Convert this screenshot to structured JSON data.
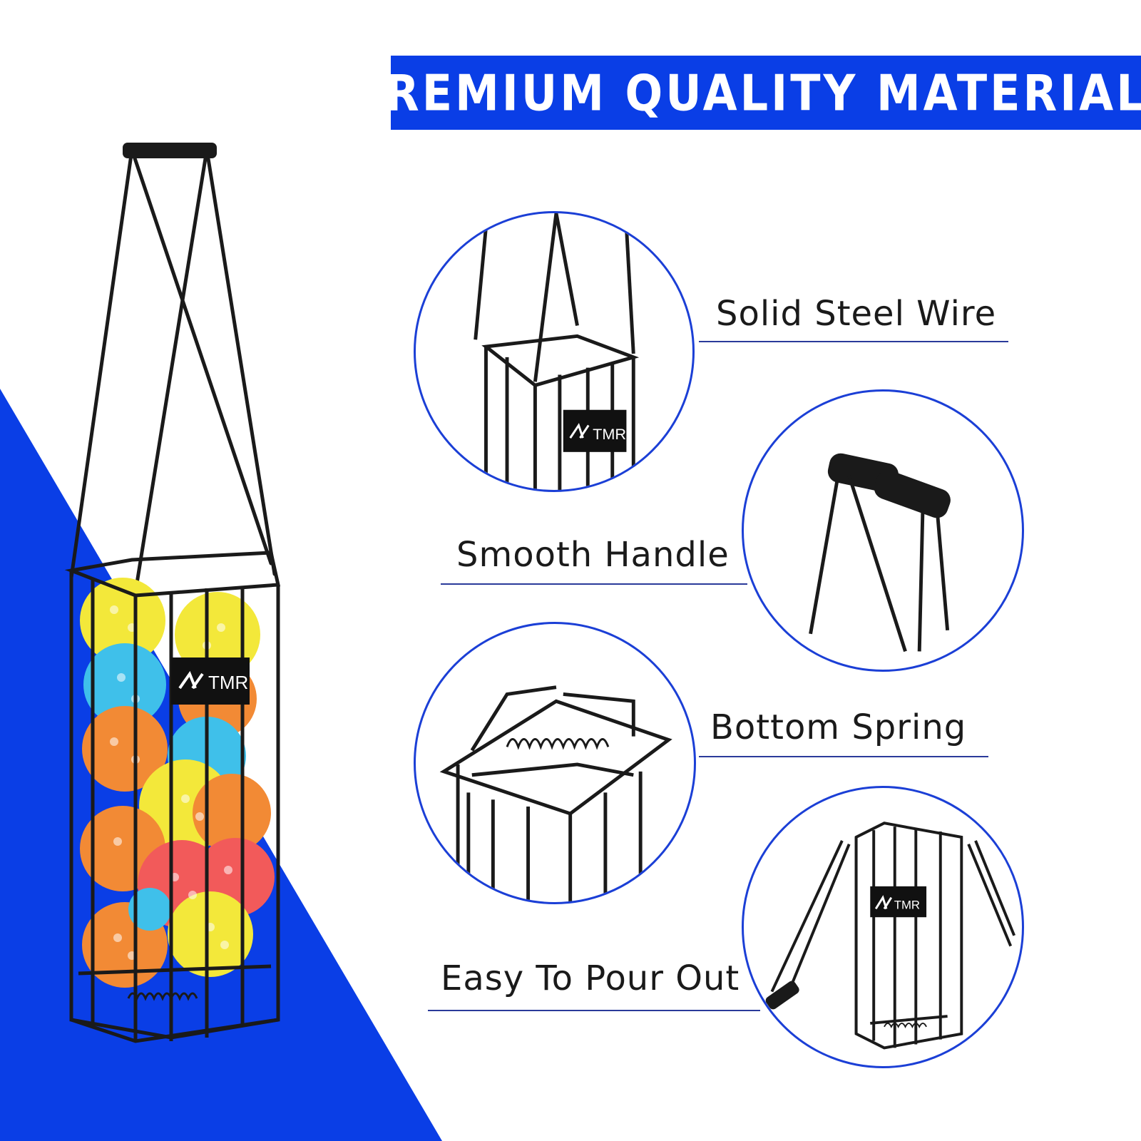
{
  "banner": {
    "title": "PREMIUM QUALITY MATERIALS"
  },
  "brand": {
    "logo_text": "TMR"
  },
  "colors": {
    "accent": "#0a3ee6",
    "circle_border": "#1b3fd6",
    "wire": "#1a1a1a"
  },
  "features": [
    {
      "label": "Solid Steel Wire",
      "icon": "wire-closeup"
    },
    {
      "label": "Smooth Handle",
      "icon": "handle-closeup"
    },
    {
      "label": "Bottom Spring",
      "icon": "spring-closeup"
    },
    {
      "label": "Easy To Pour Out",
      "icon": "pour-out-closeup"
    }
  ]
}
